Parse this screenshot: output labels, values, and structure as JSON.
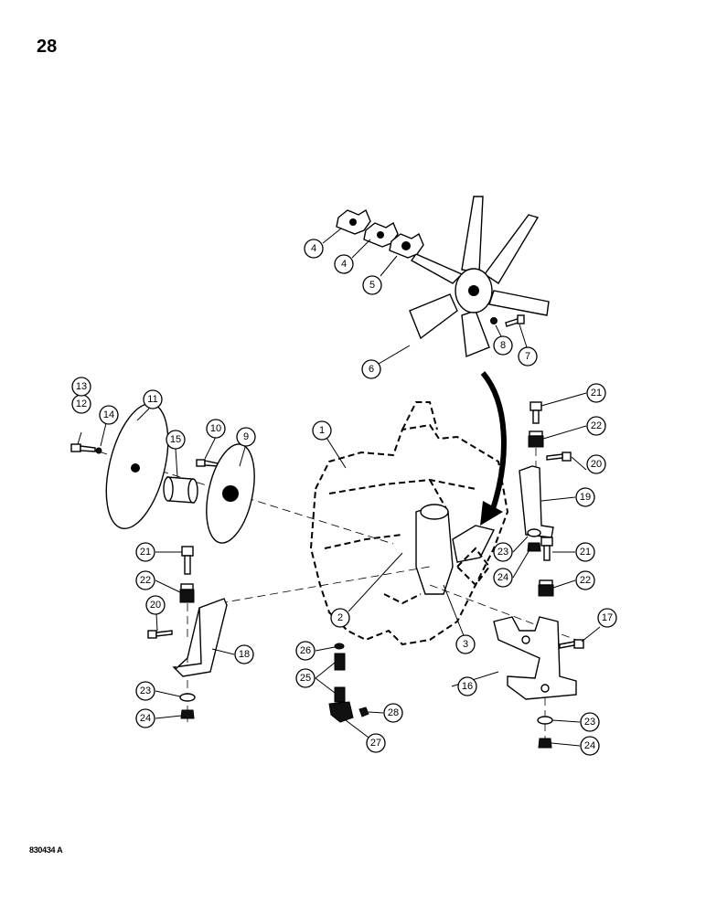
{
  "page_number": "28",
  "figure_code": "830434 A",
  "callouts": {
    "c1": "1",
    "c2": "2",
    "c3": "3",
    "c4a": "4",
    "c4b": "4",
    "c5": "5",
    "c6": "6",
    "c7": "7",
    "c8": "8",
    "c9": "9",
    "c10": "10",
    "c11": "11",
    "c12": "12",
    "c13": "13",
    "c14": "14",
    "c15": "15",
    "c16": "16",
    "c17": "17",
    "c18": "18",
    "c19": "19",
    "c20a": "20",
    "c20b": "20",
    "c21a": "21",
    "c21b": "21",
    "c21c": "21",
    "c22a": "22",
    "c22b": "22",
    "c22c": "22",
    "c23a": "23",
    "c23b": "23",
    "c23c": "23",
    "c24a": "24",
    "c24b": "24",
    "c24c": "24",
    "c25": "25",
    "c26": "26",
    "c27": "27",
    "c28": "28"
  }
}
